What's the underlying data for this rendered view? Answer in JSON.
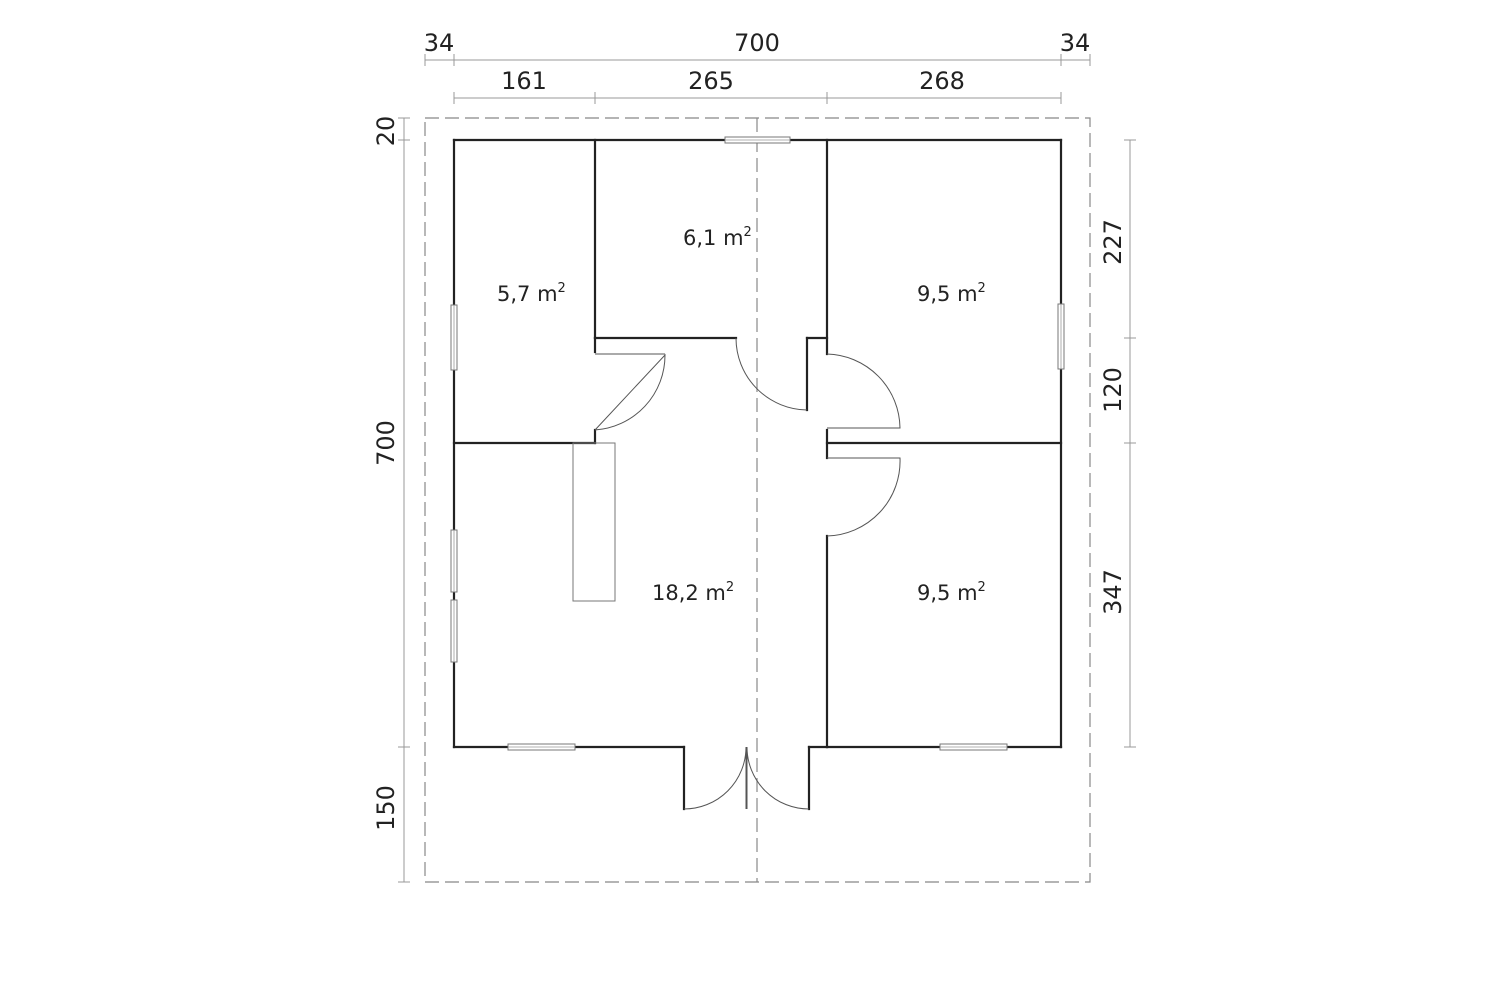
{
  "dimensions": {
    "top_total": {
      "left_overhang": "34",
      "width": "700",
      "right_overhang": "34"
    },
    "top_rooms": [
      "161",
      "265",
      "268"
    ],
    "left": {
      "top_offset": "20",
      "depth": "700",
      "terrace": "150"
    },
    "right": [
      "227",
      "120",
      "347"
    ]
  },
  "rooms": [
    {
      "id": "room-top-left",
      "area": "5,7 m",
      "unit_sup": "2"
    },
    {
      "id": "room-top-middle",
      "area": "6,1 m",
      "unit_sup": "2"
    },
    {
      "id": "room-top-right",
      "area": "9,5 m",
      "unit_sup": "2"
    },
    {
      "id": "room-living",
      "area": "18,2 m",
      "unit_sup": "2"
    },
    {
      "id": "room-bottom-right",
      "area": "9,5 m",
      "unit_sup": "2"
    }
  ],
  "colors": {
    "wall": "#222222",
    "dim_line": "#999999",
    "outline": "#888888"
  }
}
